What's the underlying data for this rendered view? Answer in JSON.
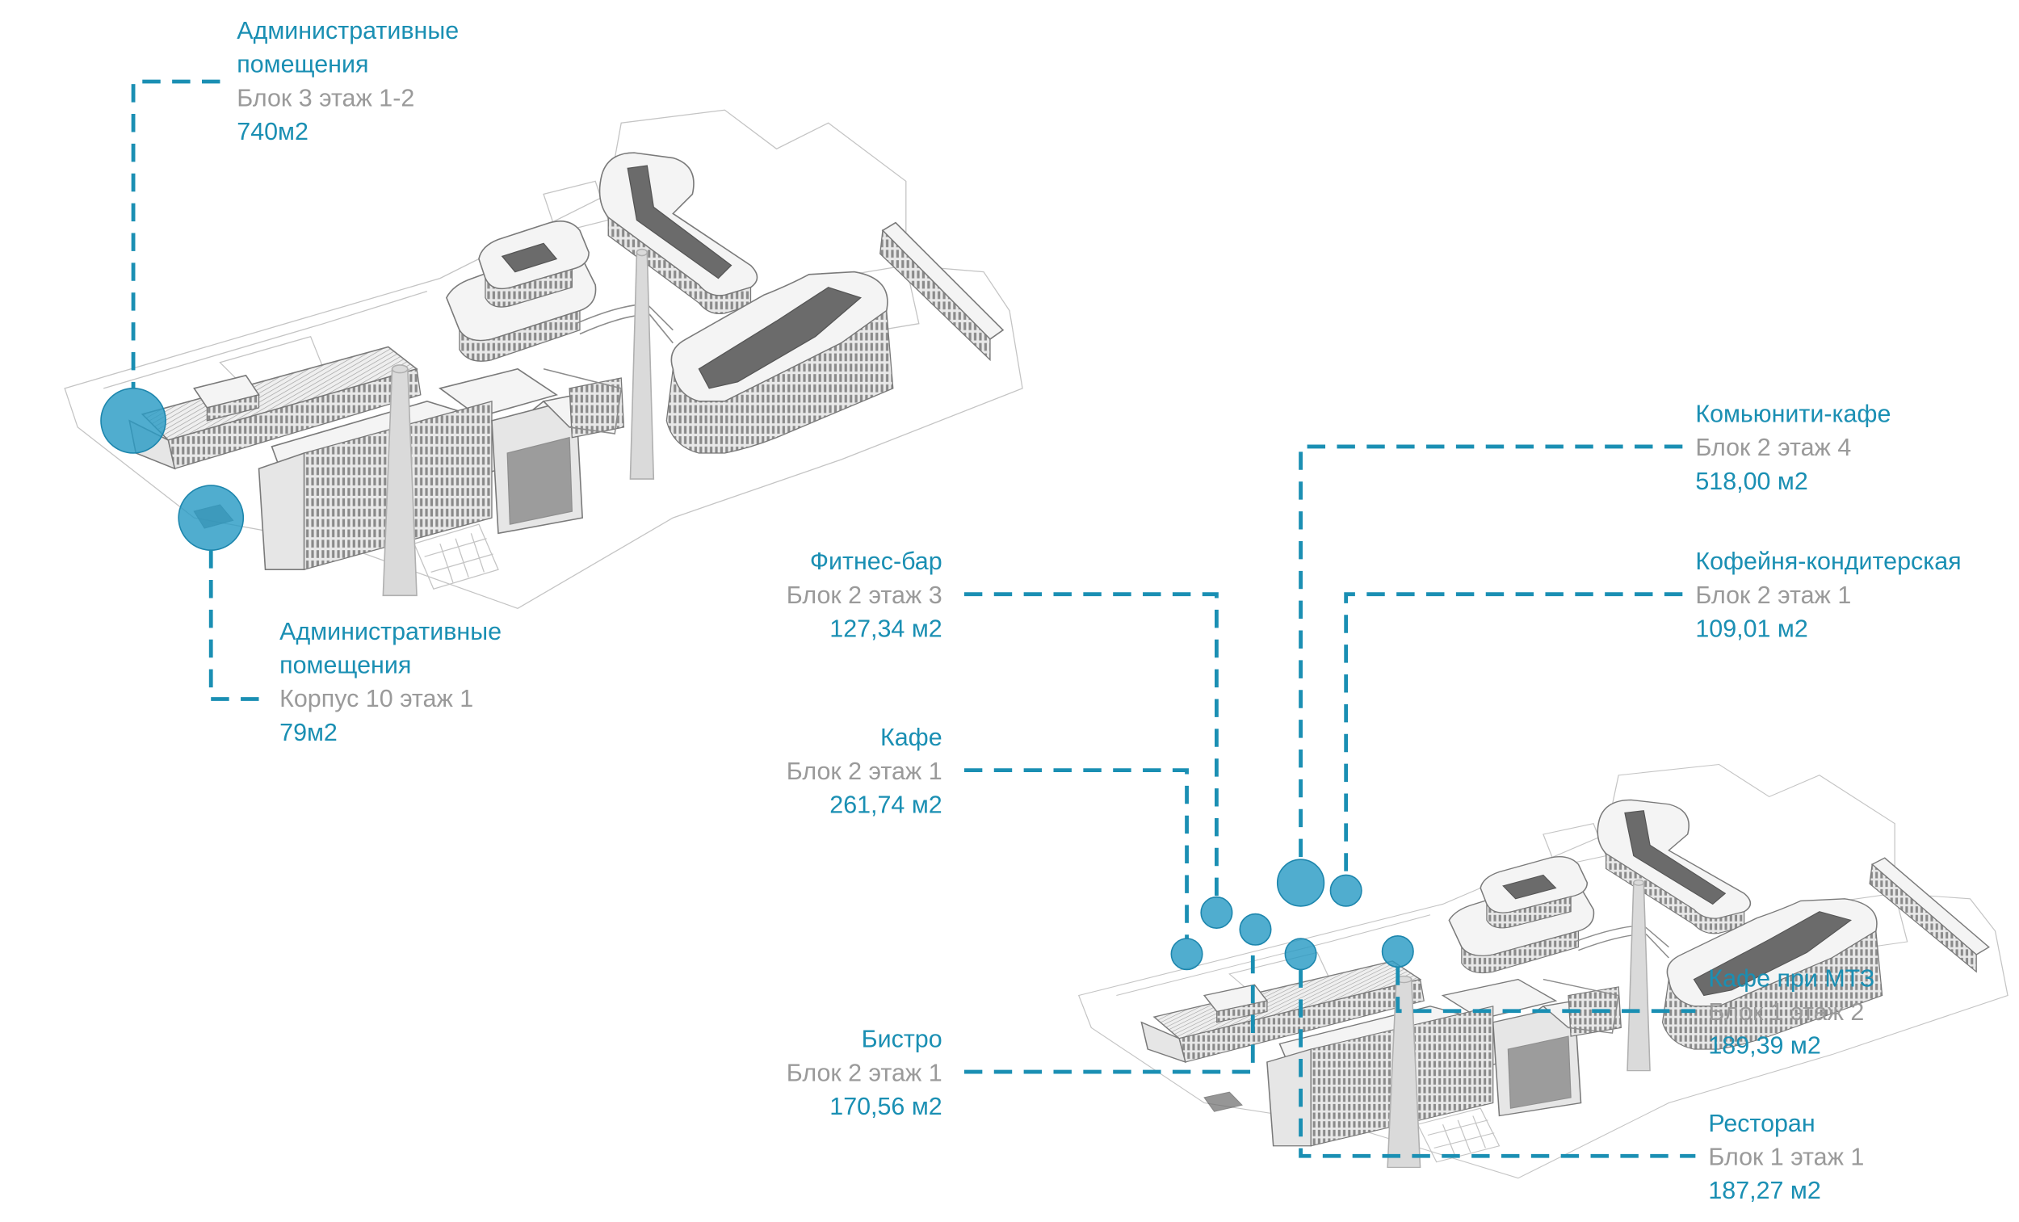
{
  "colors": {
    "accent": "#1a8fb3",
    "marker": "#2a9bc4",
    "secondary_text": "#9a9a9a",
    "building_line": "#8c8c8c"
  },
  "views": [
    {
      "name": "overview-administrative",
      "callouts": [
        {
          "title_lines": [
            "Административные",
            "помещения"
          ],
          "location": "Блок 3 этаж 1-2",
          "area": "740м2"
        },
        {
          "title_lines": [
            "Административные",
            "помещения"
          ],
          "location": "Корпус 10 этаж 1",
          "area": "79м2"
        }
      ]
    },
    {
      "name": "overview-food-service",
      "callouts": [
        {
          "title_lines": [
            "Фитнес-бар"
          ],
          "location": "Блок 2 этаж 3",
          "area": "127,34 м2"
        },
        {
          "title_lines": [
            "Кафе"
          ],
          "location": "Блок 2 этаж 1",
          "area": "261,74 м2"
        },
        {
          "title_lines": [
            "Бистро"
          ],
          "location": "Блок 2 этаж 1",
          "area": "170,56 м2"
        },
        {
          "title_lines": [
            "Комьюнити-кафе"
          ],
          "location": "Блок 2 этаж 4",
          "area": "518,00 м2"
        },
        {
          "title_lines": [
            "Кофейня-кондитерская"
          ],
          "location": "Блок 2 этаж 1",
          "area": "109,01 м2"
        },
        {
          "title_lines": [
            "Кафе при МТЗ"
          ],
          "location": "Блок 1 этаж 2",
          "area": "189,39 м2"
        },
        {
          "title_lines": [
            "Ресторан"
          ],
          "location": "Блок 1 этаж 1",
          "area": "187,27 м2"
        }
      ]
    }
  ]
}
